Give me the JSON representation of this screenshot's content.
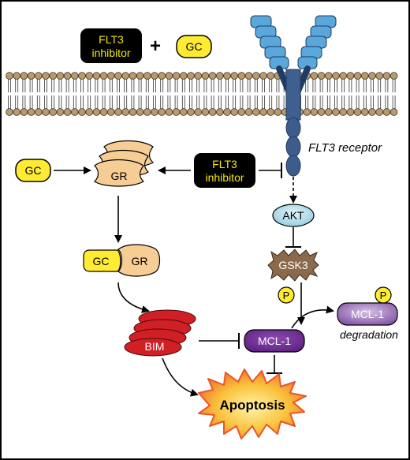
{
  "labels": {
    "flt3_inhibitor_top_line1": "FLT3",
    "flt3_inhibitor_top_line2": "inhibitor",
    "plus": "+",
    "gc_top": "GC",
    "gc_left": "GC",
    "gr_stack": "GR",
    "flt3_inhibitor_mid_line1": "FLT3",
    "flt3_inhibitor_mid_line2": "inhibitor",
    "flt3_receptor": "FLT3 receptor",
    "akt": "AKT",
    "gsk3": "GSK3",
    "gc_complex": "GC",
    "gr_complex": "GR",
    "bim": "BIM",
    "p_left": "P",
    "mcl1_main": "MCL-1",
    "p_right": "P",
    "mcl1_degraded": "MCL-1",
    "degradation": "degradation",
    "apoptosis": "Apoptosis"
  },
  "colors": {
    "inhibitor_box": "#000000",
    "inhibitor_text": "#f2e600",
    "gc_fill": "#ffec32",
    "gr_fill": "#f6cd94",
    "receptor_blue": "#5aa7db",
    "receptor_dark": "#3a5d8c",
    "membrane_head": "#b89a6e",
    "akt_fill": "#bfe3ef",
    "gsk3_fill": "#8a6a4a",
    "bim_fill": "#d11f26",
    "mcl1_fill": "#6b2c8f",
    "mcl1_degraded_fill": "#9b76b6",
    "apoptosis_fill": "#f9c23c",
    "apoptosis_edge": "#e8562a"
  }
}
